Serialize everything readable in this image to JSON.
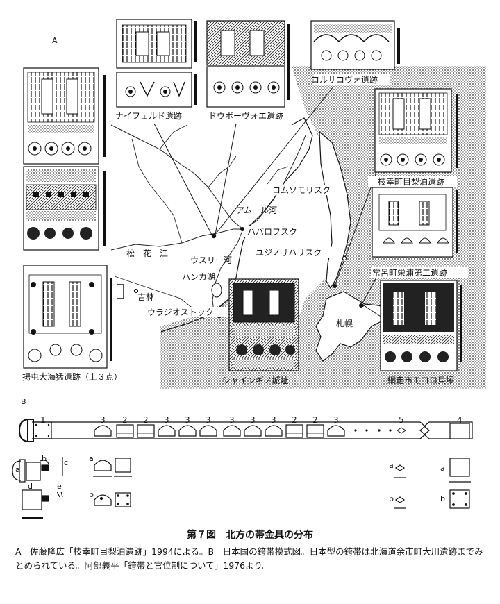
{
  "sections": {
    "a": "A",
    "b": "B"
  },
  "map_labels": {
    "naifeld": "ナイフェルド遺跡",
    "dubovoe": "ドウボーヴォエ遺跡",
    "korsakovo": "コルサコヴォ遺跡",
    "edakoumachi": "枝幸町目梨泊遺跡",
    "komsomolsk": "コムソモリスク",
    "amur": "アムール河",
    "khabarovsk": "ハバロフスク",
    "yuzhno": "ユジノサハリスク",
    "songhua": "松　花　江",
    "ussuri": "ウスリー河",
    "khanka": "ハンカ湖",
    "jilin": "吉林",
    "vladivostok": "ウラジオストック",
    "sapporo": "札幌",
    "tokoro": "常呂町栄浦第二遺跡",
    "shaiginskoe": "シャインギノ城址",
    "abashiri": "網走市モヨロ貝塚",
    "yangtun": "揚屯大海猛遺跡（上３点）"
  },
  "belt": {
    "numbers": [
      "1",
      "3",
      "2",
      "2",
      "3",
      "3",
      "3",
      "3",
      "3",
      "3",
      "2",
      "2",
      "3",
      "5",
      "4"
    ],
    "parts_left": [
      "a",
      "b",
      "c",
      "d",
      "e"
    ],
    "parts_mid": [
      "a",
      "b"
    ],
    "parts_r5": [
      "a",
      "b"
    ],
    "parts_r4": [
      "a",
      "b"
    ]
  },
  "caption": "第７図　北方の帯金具の分布",
  "description": "A　佐藤隆広「枝幸町目梨泊遺跡」1994による。B　日本国の銙帯模式図。日本型の銙帯は北海道余市町大川遺跡までみとめられている。阿部義平「銙帯と官位制について」1976より。"
}
